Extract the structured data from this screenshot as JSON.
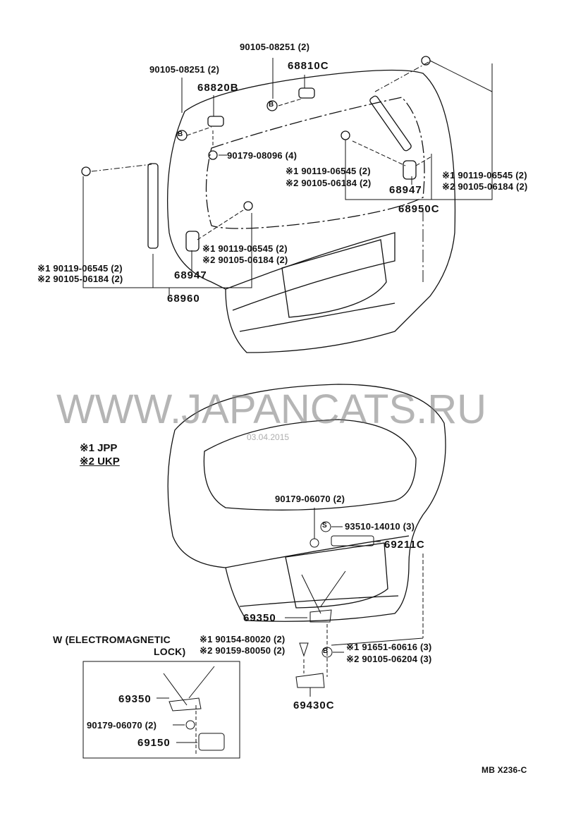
{
  "upper": {
    "bolt_top": "90105-08251 (2)",
    "hinge_right": "68810C",
    "bolt_left": "90105-08251 (2)",
    "hinge_left": "68820B",
    "nut": "90179-08096 (4)",
    "mid_bolt_1": "※1 90119-06545 (2)",
    "mid_bolt_2": "※2 90105-06184 (2)",
    "bracket_right": "68947",
    "right_bolt_1": "※1 90119-06545 (2)",
    "right_bolt_2": "※2 90105-06184 (2)",
    "stay_right": "68950C",
    "center_bolt_1": "※1 90119-06545 (2)",
    "center_bolt_2": "※2 90105-06184 (2)",
    "bracket_left": "68947",
    "left_bolt_1": "※1 90119-06545 (2)",
    "left_bolt_2": "※2 90105-06184 (2)",
    "stay_left": "68960"
  },
  "watermark": {
    "site": "WWW.JAPANCATS.RU",
    "date": "03.04.2015"
  },
  "legend": {
    "jpp": "※1 JPP",
    "ukp": "※2 UKP"
  },
  "lower": {
    "nut": "90179-06070 (2)",
    "screw": "93510-14010 (3)",
    "handle": "69211C",
    "lock": "69350",
    "w_title": "W (ELECTROMAGNETIC",
    "w_title2": "LOCK)",
    "lock_bolt_1": "※1 90154-80020 (2)",
    "lock_bolt_2": "※2 90159-80050 (2)",
    "striker_bolt_1": "※1 91651-60616 (3)",
    "striker_bolt_2": "※2 90105-06204 (3)",
    "striker": "69430C"
  },
  "inset": {
    "lock": "69350",
    "nut": "90179-06070 (2)",
    "actuator": "69150"
  },
  "ref_code": "MB X236-C",
  "marks": {
    "b": "B",
    "s": "S"
  }
}
